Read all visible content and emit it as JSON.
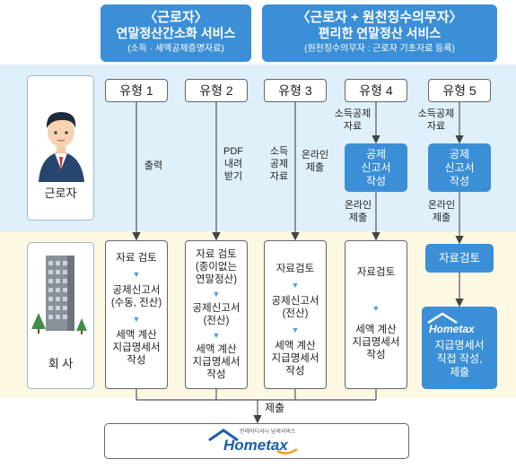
{
  "headers": {
    "left": {
      "line1": "〈근로자〉",
      "line2": "연말정산간소화 서비스",
      "line3": "(소득 · 세액공제증명자료)"
    },
    "right": {
      "line1": "〈근로자 + 원천징수의무자〉",
      "line2": "편리한 연말정산 서비스",
      "line3": "(원천징수의무자 : 근로자 기초자료 등록)"
    }
  },
  "roles": {
    "worker": "근로자",
    "company": "회   사"
  },
  "types": [
    "유형 1",
    "유형 2",
    "유형 3",
    "유형 4",
    "유형 5"
  ],
  "flow_labels": {
    "t1": "출력",
    "t2": [
      "PDF",
      "내려",
      "받기"
    ],
    "t3_left": [
      "소득",
      "공제",
      "자료"
    ],
    "t3_right": [
      "온라인",
      "제출"
    ],
    "t4_top": [
      "소득공제",
      "자료"
    ],
    "t5_top": [
      "소득공제",
      "자료"
    ],
    "t4_bottom": [
      "온라인",
      "제출"
    ],
    "t5_bottom": [
      "온라인",
      "제출"
    ],
    "submit": "제출"
  },
  "blue_boxes": {
    "t4": [
      "공제",
      "신고서",
      "작성"
    ],
    "t5": [
      "공제",
      "신고서",
      "작성"
    ],
    "t5_review": "자료검토",
    "t5_final": [
      "지급명세서",
      "직접 작성,",
      "제출"
    ]
  },
  "company_steps": {
    "c1": {
      "a": "자료 검토",
      "b": [
        "공제신고서",
        "(수동, 전산)"
      ],
      "c": [
        "세액 계산",
        "지급명세서",
        "작성"
      ]
    },
    "c2": {
      "a": [
        "자료 검토",
        "(종이없는",
        "연말정산)"
      ],
      "b": [
        "공제신고서",
        "(전산)"
      ],
      "c": [
        "세액 계산",
        "지급명세서",
        "작성"
      ]
    },
    "c3": {
      "a": "자료검토",
      "b": [
        "공제신고서",
        "(전산)"
      ],
      "c": [
        "세액 계산",
        "지급명세서",
        "작성"
      ]
    },
    "c4": {
      "a": "자료검토",
      "c": [
        "세액 계산",
        "지급명세서",
        "작성"
      ]
    }
  },
  "logo": {
    "small": "언제어디서나 납세서비스",
    "brand": "Hometax"
  },
  "colors": {
    "blue": "#3b8fd6",
    "top_band": "#dff0fb",
    "bottom_band": "#fdf8e2"
  }
}
